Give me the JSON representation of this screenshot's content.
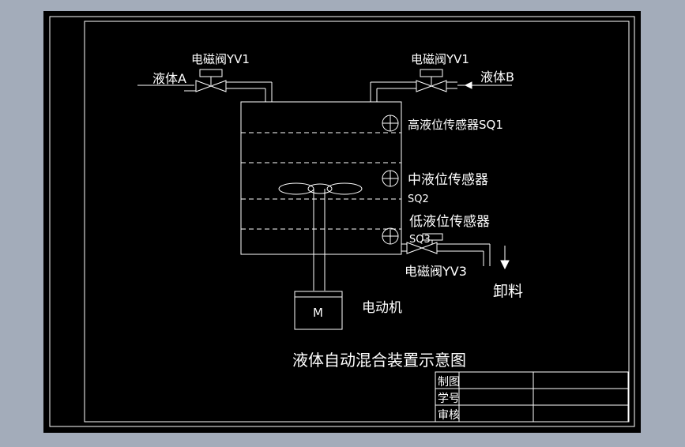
{
  "colors": {
    "background": "#a3acba",
    "canvas": "#000000",
    "stroke": "#ffffff"
  },
  "labels": {
    "valve_yv1_left": "电磁阀YV1",
    "valve_yv1_right": "电磁阀YV1",
    "liquid_a": "液体A",
    "liquid_b": "液体B",
    "sensor_high": "高液位传感器SQ1",
    "sensor_mid": "中液位传感器",
    "sensor_mid_code": "SQ2",
    "sensor_low": "低液位传感器",
    "sensor_low_code": "SQ3",
    "valve_yv3": "电磁阀YV3",
    "discharge": "卸料",
    "motor_symbol": "M",
    "motor": "电动机",
    "title": "液体自动混合装置示意图"
  },
  "title_block": {
    "rows": [
      "制图",
      "学号",
      "审核"
    ]
  }
}
